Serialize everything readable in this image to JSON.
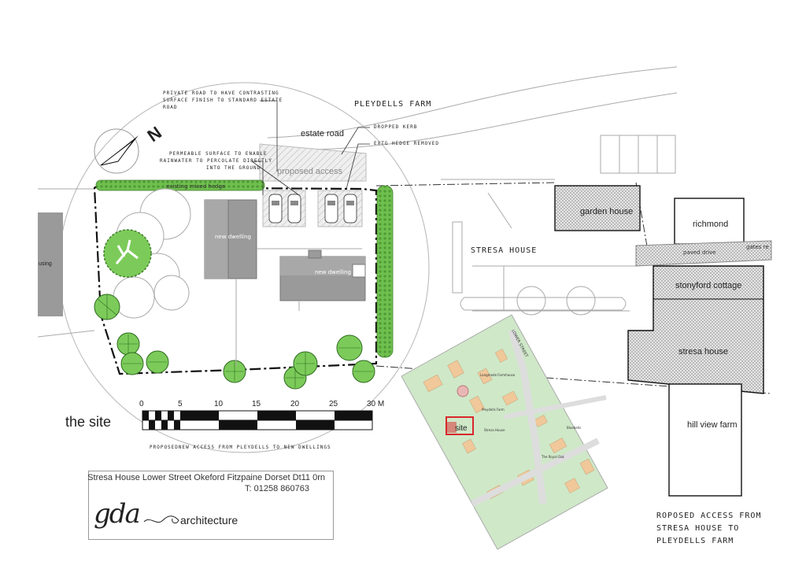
{
  "labels": {
    "farm": "PLEYDELLS FARM",
    "estate_road": "estate road",
    "proposed_access": "proposed access",
    "existing_hedge": "existing mixed hedge",
    "new_dwelling_1": "new dwelling",
    "new_dwelling_2": "new dwelling",
    "housing": "using",
    "stresa_house_big": "STRESA HOUSE",
    "garden_house": "garden house",
    "richmond": "richmond",
    "paved_drive": "paved drive",
    "gates": "gates re",
    "stonyford": "stonyford cottage",
    "stresa_house": "stresa house",
    "hill_view": "hill view farm",
    "the_site": "the site",
    "north": "N"
  },
  "notes": {
    "private_road_1": "PRIVATE ROAD TO HAVE CONTRASTING",
    "private_road_2": "SURFACE FINISH TO STANDARD ESTATE",
    "private_road_3": "ROAD",
    "dropped_kerb": "DROPPED KERB",
    "hedge_removed": "EXTG HEDGE REMOVED",
    "permeable_1": "PERMEABLE SURFACE TO ENABLE",
    "permeable_2": "RAINWATER TO PERCOLATE DIRECTLY",
    "permeable_3": "INTO THE GROUND",
    "proposed_new_access": "PROPOSEDNEW ACCESS FROM PLEYDELLS TO NEW DWELLINGS",
    "corner_1": "ROPOSED ACCESS FROM",
    "corner_2": "STRESA HOUSE TO",
    "corner_3": "PLEYDELLS FARM"
  },
  "scale": {
    "ticks": [
      "0",
      "5",
      "10",
      "15",
      "20",
      "25",
      "30 M"
    ]
  },
  "location_map": {
    "site": "site",
    "street": "LOWER STREET",
    "labels": [
      "Longmede Farmhouse",
      "Pleydells Farm",
      "Stresa House",
      "The Royal Oak",
      "Bluebells"
    ]
  },
  "title_block": {
    "address": "Stresa House   Lower Street   Okeford Fitzpaine   Dorset   Dt11 0rn",
    "phone": "T: 01258 860763",
    "logo": "gda",
    "practice": "architecture"
  },
  "colors": {
    "tree_green": "#7ccb5a",
    "hedge_green": "#6fbf4e",
    "building_grey": "#9a9a9a",
    "map_green": "#cfe8c8",
    "map_building": "#f0c89a",
    "site_red": "#d9262b"
  }
}
